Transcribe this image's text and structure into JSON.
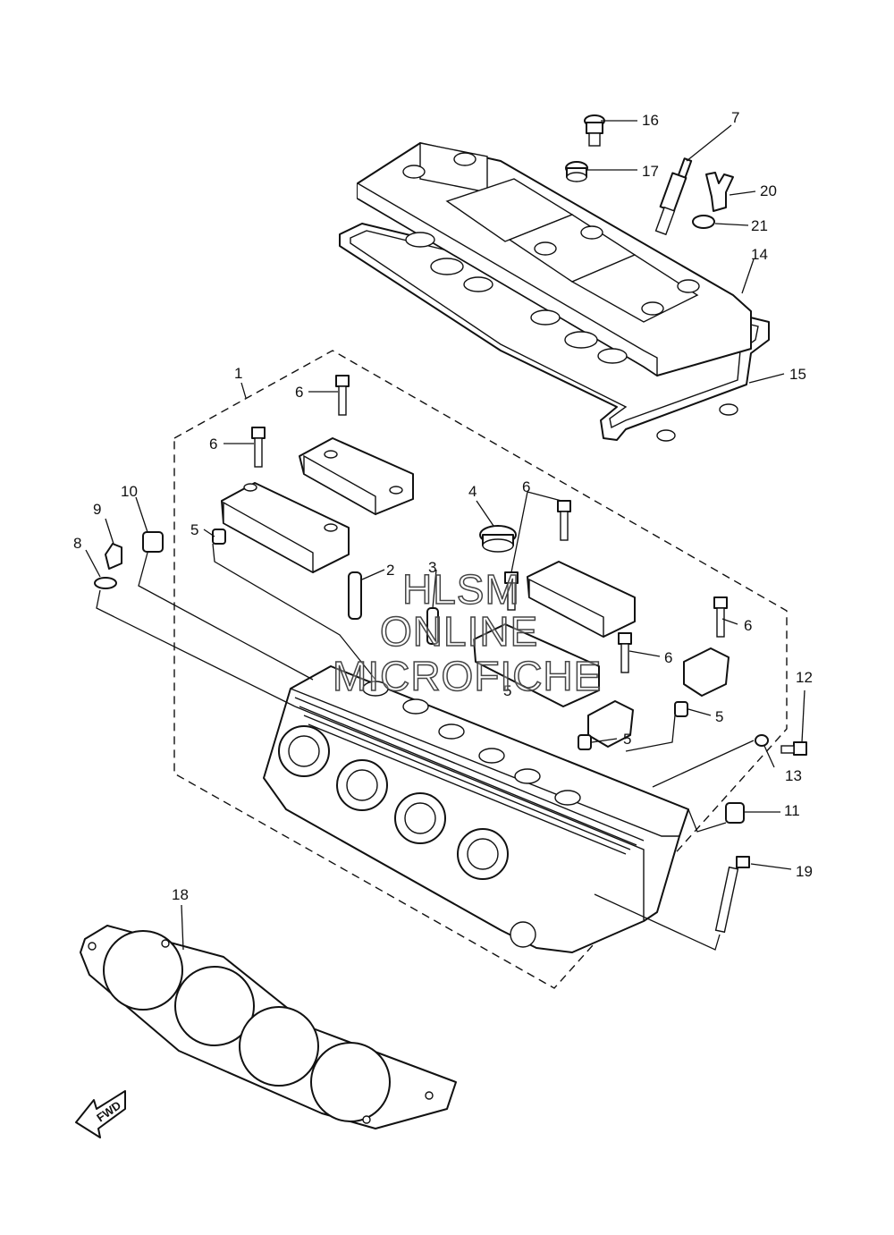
{
  "callouts": {
    "c1": "1",
    "c2": "2",
    "c3": "3",
    "c4": "4",
    "c5a": "5",
    "c5b": "5",
    "c5c": "5",
    "c5d": "5",
    "c6a": "6",
    "c6b": "6",
    "c6c": "6",
    "c6d": "6",
    "c6e": "6",
    "c7": "7",
    "c8": "8",
    "c9": "9",
    "c10": "10",
    "c11": "11",
    "c12": "12",
    "c13": "13",
    "c14": "14",
    "c15": "15",
    "c16": "16",
    "c17": "17",
    "c18": "18",
    "c19": "19",
    "c20": "20",
    "c21": "21"
  },
  "watermark": {
    "line1": "HLSM",
    "line2": "ONLINE",
    "line3": "MICROFICHE"
  },
  "direction_arrow": {
    "label": "FWD",
    "icon": "forward-arrow-icon"
  }
}
